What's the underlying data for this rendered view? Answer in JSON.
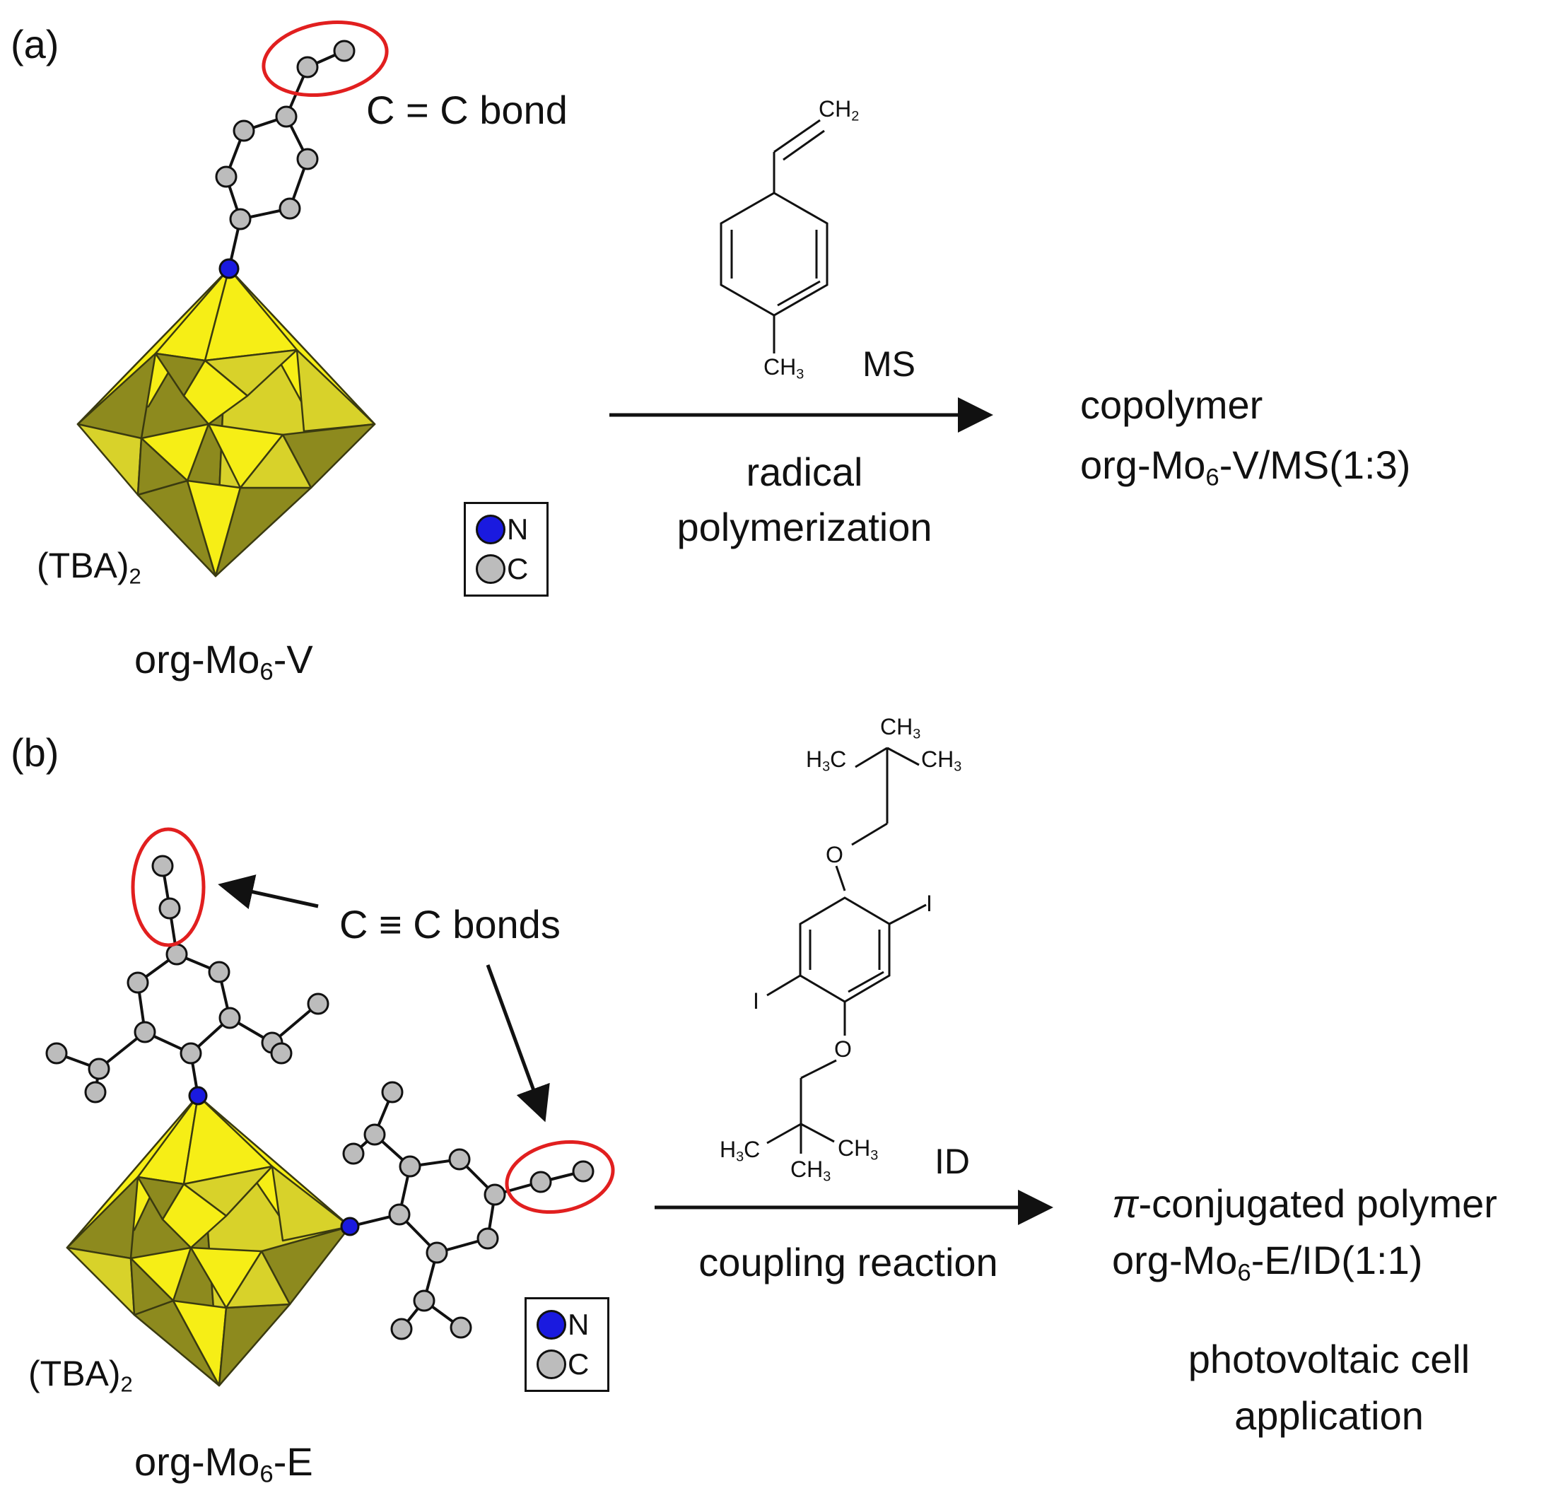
{
  "colors": {
    "nitrogen": "#1a1adf",
    "carbon": "#bcbcbc",
    "highlight": "#e11f1f",
    "polyhedron_light": "#f6ee16",
    "polyhedron_mid": "#d8d22a",
    "polyhedron_dark": "#8d8a1e"
  },
  "panel_a": {
    "label": "(a)",
    "bond_callout": "C = C bond",
    "counterion": {
      "base": "(TBA)",
      "sub": "2"
    },
    "name": {
      "pre": "org-Mo",
      "sub": "6",
      "post": "-V"
    },
    "legend": {
      "n": "N",
      "c": "C"
    },
    "reagent": {
      "top_group": {
        "base": "CH",
        "sub": "2"
      },
      "bottom_group": {
        "base": "CH",
        "sub": "3"
      },
      "abbrev": "MS"
    },
    "reaction": {
      "line1": "radical",
      "line2": "polymerization"
    },
    "product": {
      "line1": "copolymer",
      "line2": {
        "pre": "org-Mo",
        "sub": "6",
        "post": "-V/MS(1:3)"
      }
    }
  },
  "panel_b": {
    "label": "(b)",
    "bond_callout": "C ≡ C bonds",
    "counterion": {
      "base": "(TBA)",
      "sub": "2"
    },
    "name": {
      "pre": "org-Mo",
      "sub": "6",
      "post": "-E"
    },
    "legend": {
      "n": "N",
      "c": "C"
    },
    "reagent": {
      "top_methyl": {
        "base": "CH",
        "sub": "3"
      },
      "left_methyl_top": {
        "pre": "H",
        "sub": "3",
        "post": "C"
      },
      "right_methyl_top": {
        "base": "CH",
        "sub": "3"
      },
      "left_methyl_bottom": {
        "pre": "H",
        "sub": "3",
        "post": "C"
      },
      "right_methyl_bottom": {
        "base": "CH",
        "sub": "3"
      },
      "bottom_methyl": {
        "base": "CH",
        "sub": "3"
      },
      "oxygen_top": "O",
      "oxygen_bottom": "O",
      "iodine_right": "I",
      "iodine_left": "I",
      "abbrev": "ID"
    },
    "reaction": {
      "line1": "coupling reaction"
    },
    "product": {
      "line1_italic": "π",
      "line1_rest": "-conjugated polymer",
      "line2": {
        "pre": "org-Mo",
        "sub": "6",
        "post": "-E/ID(1:1)"
      },
      "application_line1": "photovoltaic cell",
      "application_line2": "application"
    }
  }
}
